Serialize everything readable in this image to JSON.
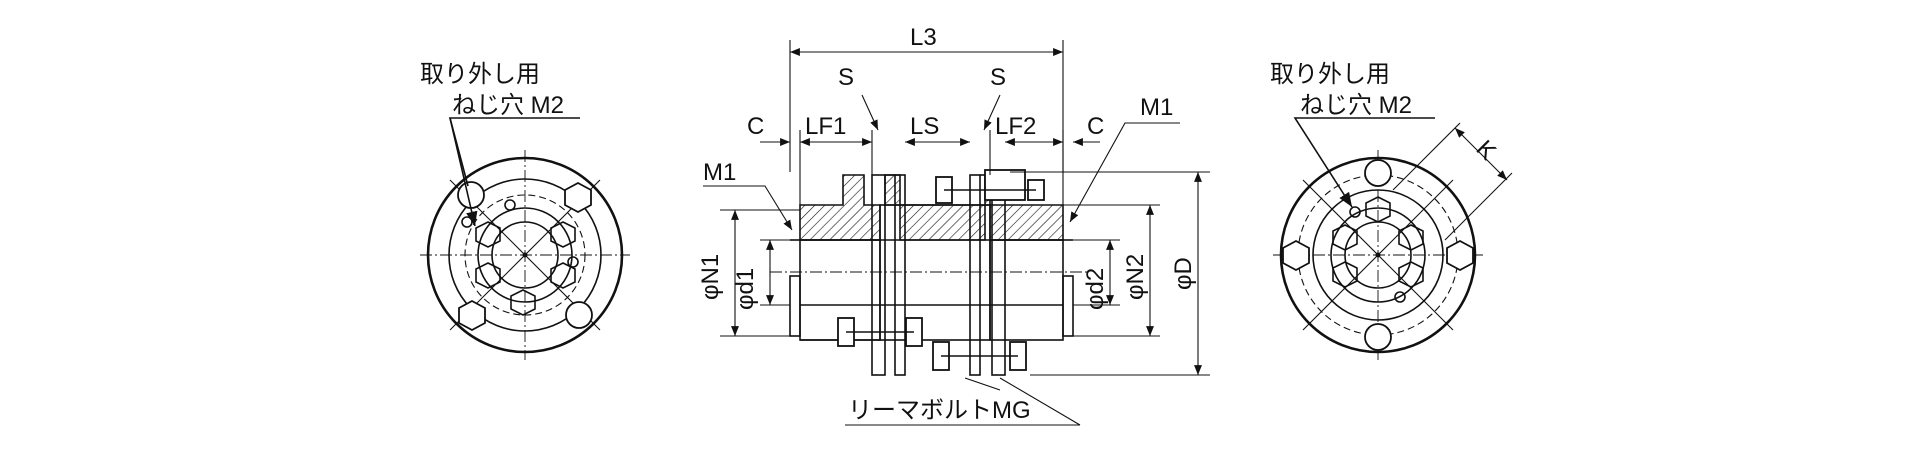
{
  "left_view": {
    "callout_line1": "取り外し用",
    "callout_line2": "ねじ穴 M2"
  },
  "right_view": {
    "callout_line1": "取り外し用",
    "callout_line2": "ねじ穴 M2",
    "dim_k": "K"
  },
  "side_view": {
    "dim_l3": "L3",
    "dim_s_left": "S",
    "dim_s_right": "S",
    "dim_c_left": "C",
    "dim_lf1": "LF1",
    "dim_ls": "LS",
    "dim_lf2": "LF2",
    "dim_c_right": "C",
    "label_m1_left": "M1",
    "label_m1_right": "M1",
    "dim_n1": "φN1",
    "dim_d1": "φd1",
    "dim_d2": "φd2",
    "dim_n2": "φN2",
    "dim_d": "φD",
    "bolt_label": "リーマボルトMG"
  }
}
